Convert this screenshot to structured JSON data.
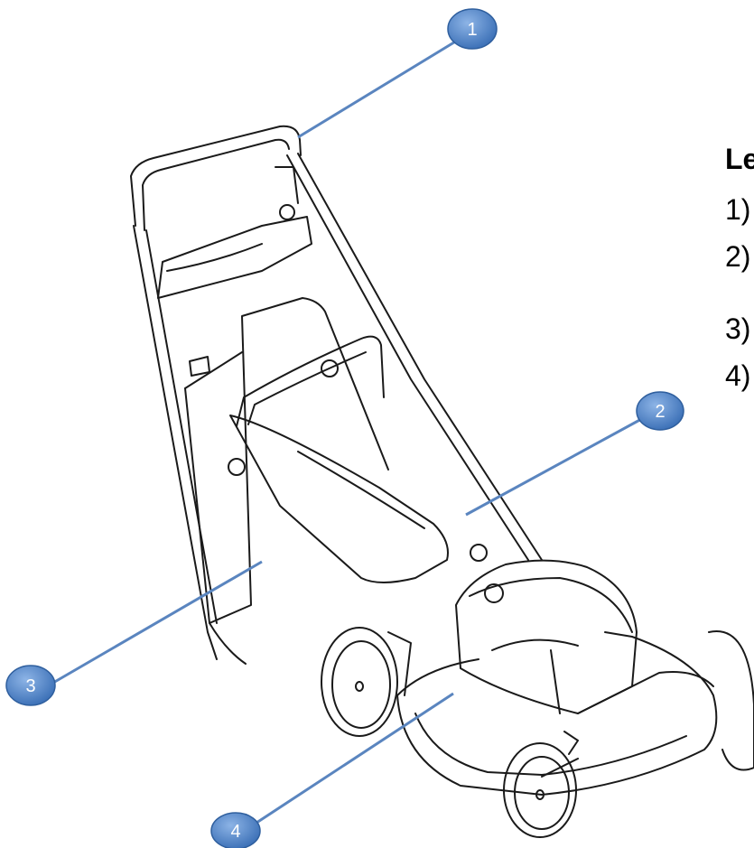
{
  "legend": {
    "title": "Le",
    "items": [
      "1)",
      "2)",
      "3)",
      "4)"
    ]
  },
  "markers": [
    "1",
    "2",
    "3",
    "4"
  ],
  "colors": {
    "marker_fill": "#4a7fc4",
    "marker_stroke": "#2f5f9e",
    "leader_line": "#5a85bf",
    "drawing_stroke": "#1a1a1a"
  }
}
